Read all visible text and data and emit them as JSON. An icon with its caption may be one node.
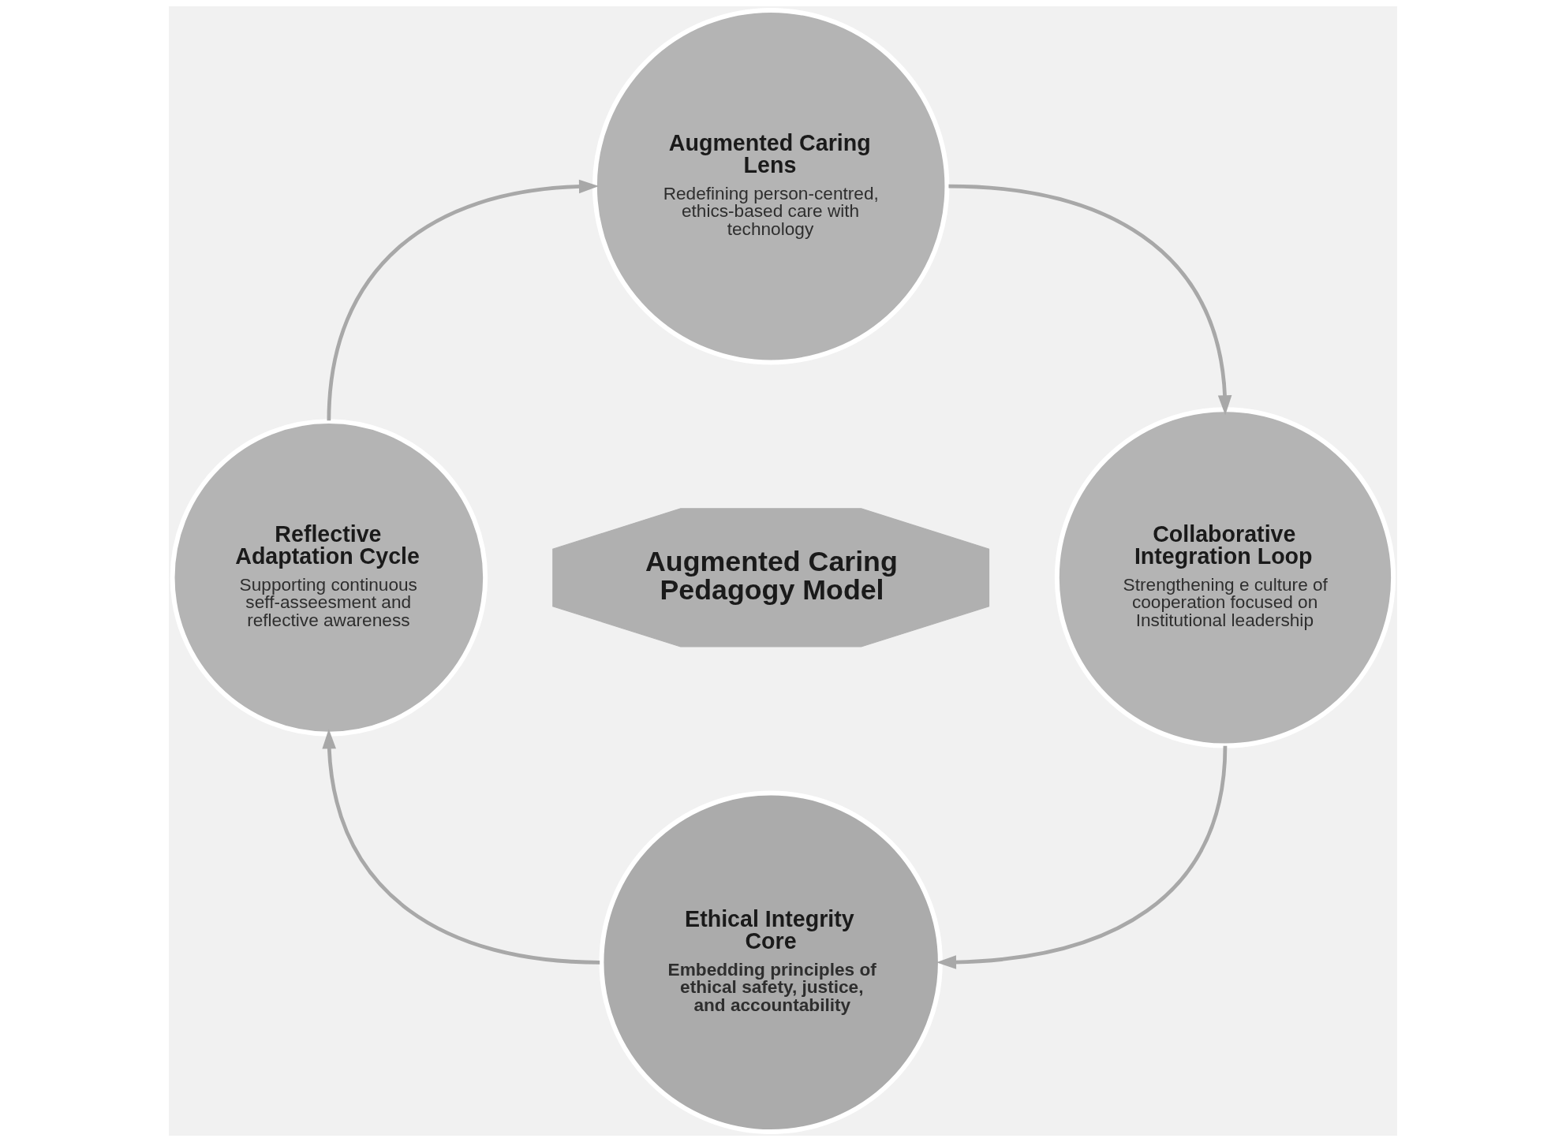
{
  "diagram": {
    "nodes": [
      {
        "text": [
          "Augmented Caring Lens",
          "Redefining person-centred, ethics-based care with technology"
        ]
      },
      {
        "text": [
          "Reflective Adaptation Cycle",
          "Supporting continuous seff-asseesment and reflective awareness"
        ]
      },
      {
        "text": [
          "Augmented Caring Pedagogy Model"
        ]
      },
      {
        "text": [
          "Collaborative Integration Loop",
          "Strengthening e culture of cooperation focused on Institutional leadership"
        ]
      },
      {
        "text": [
          "Ethical Integrity Core",
          "Embedding principles of ethical safety, justice, and accountability"
        ]
      }
    ],
    "edges": [
      {
        "from": 0,
        "to": 3,
        "arrow": "to"
      },
      {
        "from": 3,
        "to": 4,
        "arrow": "to"
      },
      {
        "from": 4,
        "to": 1,
        "arrow": "to"
      },
      {
        "from": 1,
        "to": 0,
        "arrow": "to"
      }
    ]
  }
}
